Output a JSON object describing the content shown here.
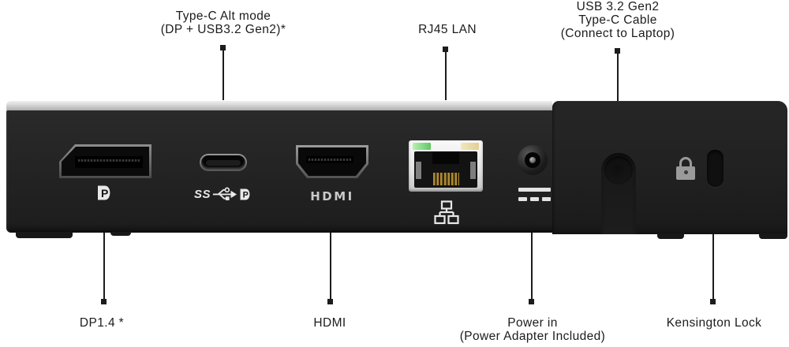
{
  "title": "USB-C dock rear ports diagram",
  "colors": {
    "background": "#ffffff",
    "device_body": "#232323",
    "device_top_strip": "#d6d6d6",
    "callout_line": "#1c1c1c",
    "led_green": "#5fc768",
    "led_amber": "#e3cf96",
    "port_marking": "#e8e8e8",
    "padlock_grey": "#9a9a9a"
  },
  "callouts": {
    "typec_alt": {
      "line1": "Type-C Alt mode",
      "line2": "(DP + USB3.2 Gen2)*"
    },
    "rj45": {
      "line1": "RJ45 LAN"
    },
    "usb_cable": {
      "line1": "USB 3.2 Gen2",
      "line2": "Type-C Cable",
      "line3": "(Connect to Laptop)"
    },
    "dp14": {
      "line1": "DP1.4 *"
    },
    "hdmi": {
      "line1": "HDMI"
    },
    "power": {
      "line1": "Power in",
      "line2": "(Power Adapter Included)"
    },
    "kensington": {
      "line1": "Kensington Lock"
    }
  },
  "port_markings": {
    "usb_speed": "SS",
    "hdmi_logo": "HDMI",
    "dp_logo_letter": "P"
  }
}
